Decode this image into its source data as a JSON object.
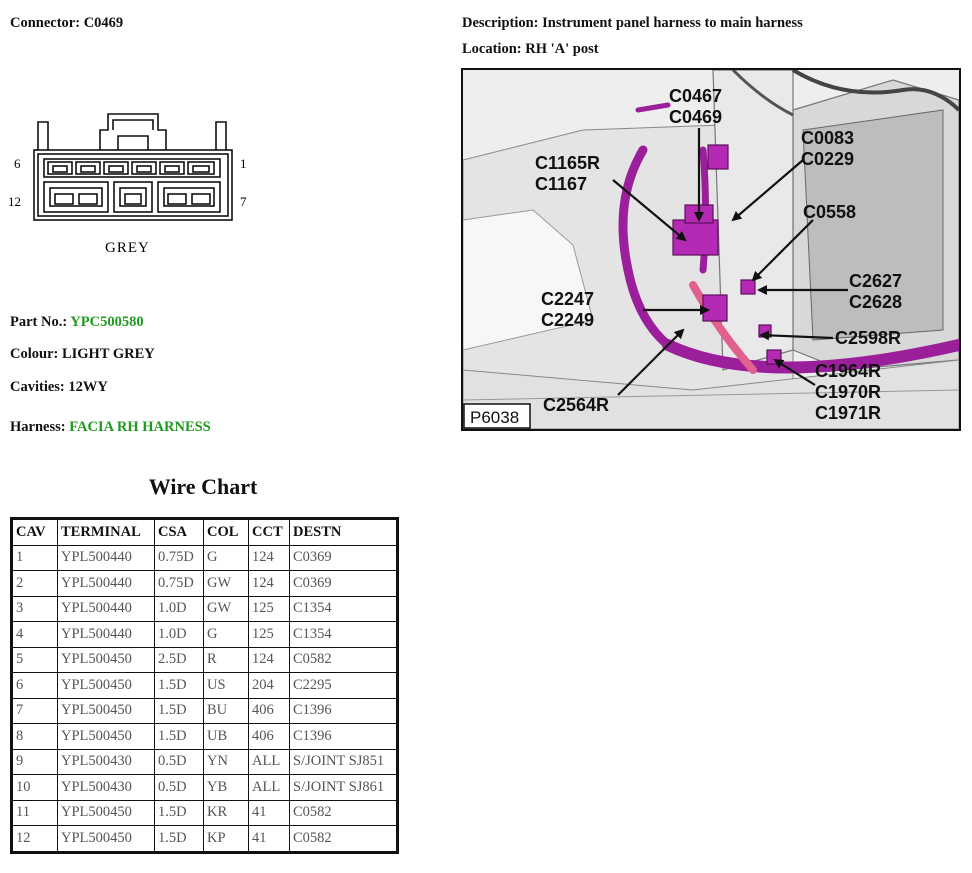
{
  "header": {
    "connector_label": "Connector:",
    "connector_value": "C0469",
    "description_label": "Description:",
    "description_value": "Instrument panel harness to main harness",
    "location_label": "Location:",
    "location_value": "RH 'A' post"
  },
  "connector_diagram": {
    "pin_left_top": "6",
    "pin_right_top": "1",
    "pin_left_bottom": "12",
    "pin_right_bottom": "7",
    "color_caption": "GREY"
  },
  "details": {
    "part_label": "Part No.:",
    "part_value": "YPC500580",
    "colour_label": "Colour:",
    "colour_value": "LIGHT GREY",
    "cavities_label": "Cavities:",
    "cavities_value": "12WY",
    "harness_label": "Harness:",
    "harness_value": "FACIA RH HARNESS"
  },
  "figure": {
    "callouts": {
      "c0467": "C0467",
      "c0469": "C0469",
      "c0083": "C0083",
      "c0229": "C0229",
      "c1165r": "C1165R",
      "c1167": "C1167",
      "c0558": "C0558",
      "c2627": "C2627",
      "c2628": "C2628",
      "c2247": "C2247",
      "c2249": "C2249",
      "c2598r": "C2598R",
      "c1964r": "C1964R",
      "c1970r": "C1970R",
      "c1971r": "C1971R",
      "c2564r": "C2564R"
    },
    "figure_id": "P6038"
  },
  "wire_chart": {
    "title": "Wire Chart",
    "headers": [
      "CAV",
      "TERMINAL",
      "CSA",
      "COL",
      "CCT",
      "DESTN"
    ],
    "rows": [
      [
        "1",
        "YPL500440",
        "0.75D",
        "G",
        "124",
        "C0369"
      ],
      [
        "2",
        "YPL500440",
        "0.75D",
        "GW",
        "124",
        "C0369"
      ],
      [
        "3",
        "YPL500440",
        "1.0D",
        "GW",
        "125",
        "C1354"
      ],
      [
        "4",
        "YPL500440",
        "1.0D",
        "G",
        "125",
        "C1354"
      ],
      [
        "5",
        "YPL500450",
        "2.5D",
        "R",
        "124",
        "C0582"
      ],
      [
        "6",
        "YPL500450",
        "1.5D",
        "US",
        "204",
        "C2295"
      ],
      [
        "7",
        "YPL500450",
        "1.5D",
        "BU",
        "406",
        "C1396"
      ],
      [
        "8",
        "YPL500450",
        "1.5D",
        "UB",
        "406",
        "C1396"
      ],
      [
        "9",
        "YPL500430",
        "0.5D",
        "YN",
        "ALL",
        "S/JOINT SJ851"
      ],
      [
        "10",
        "YPL500430",
        "0.5D",
        "YB",
        "ALL",
        "S/JOINT SJ861"
      ],
      [
        "11",
        "YPL500450",
        "1.5D",
        "KR",
        "41",
        "C0582"
      ],
      [
        "12",
        "YPL500450",
        "1.5D",
        "KP",
        "41",
        "C0582"
      ]
    ]
  }
}
